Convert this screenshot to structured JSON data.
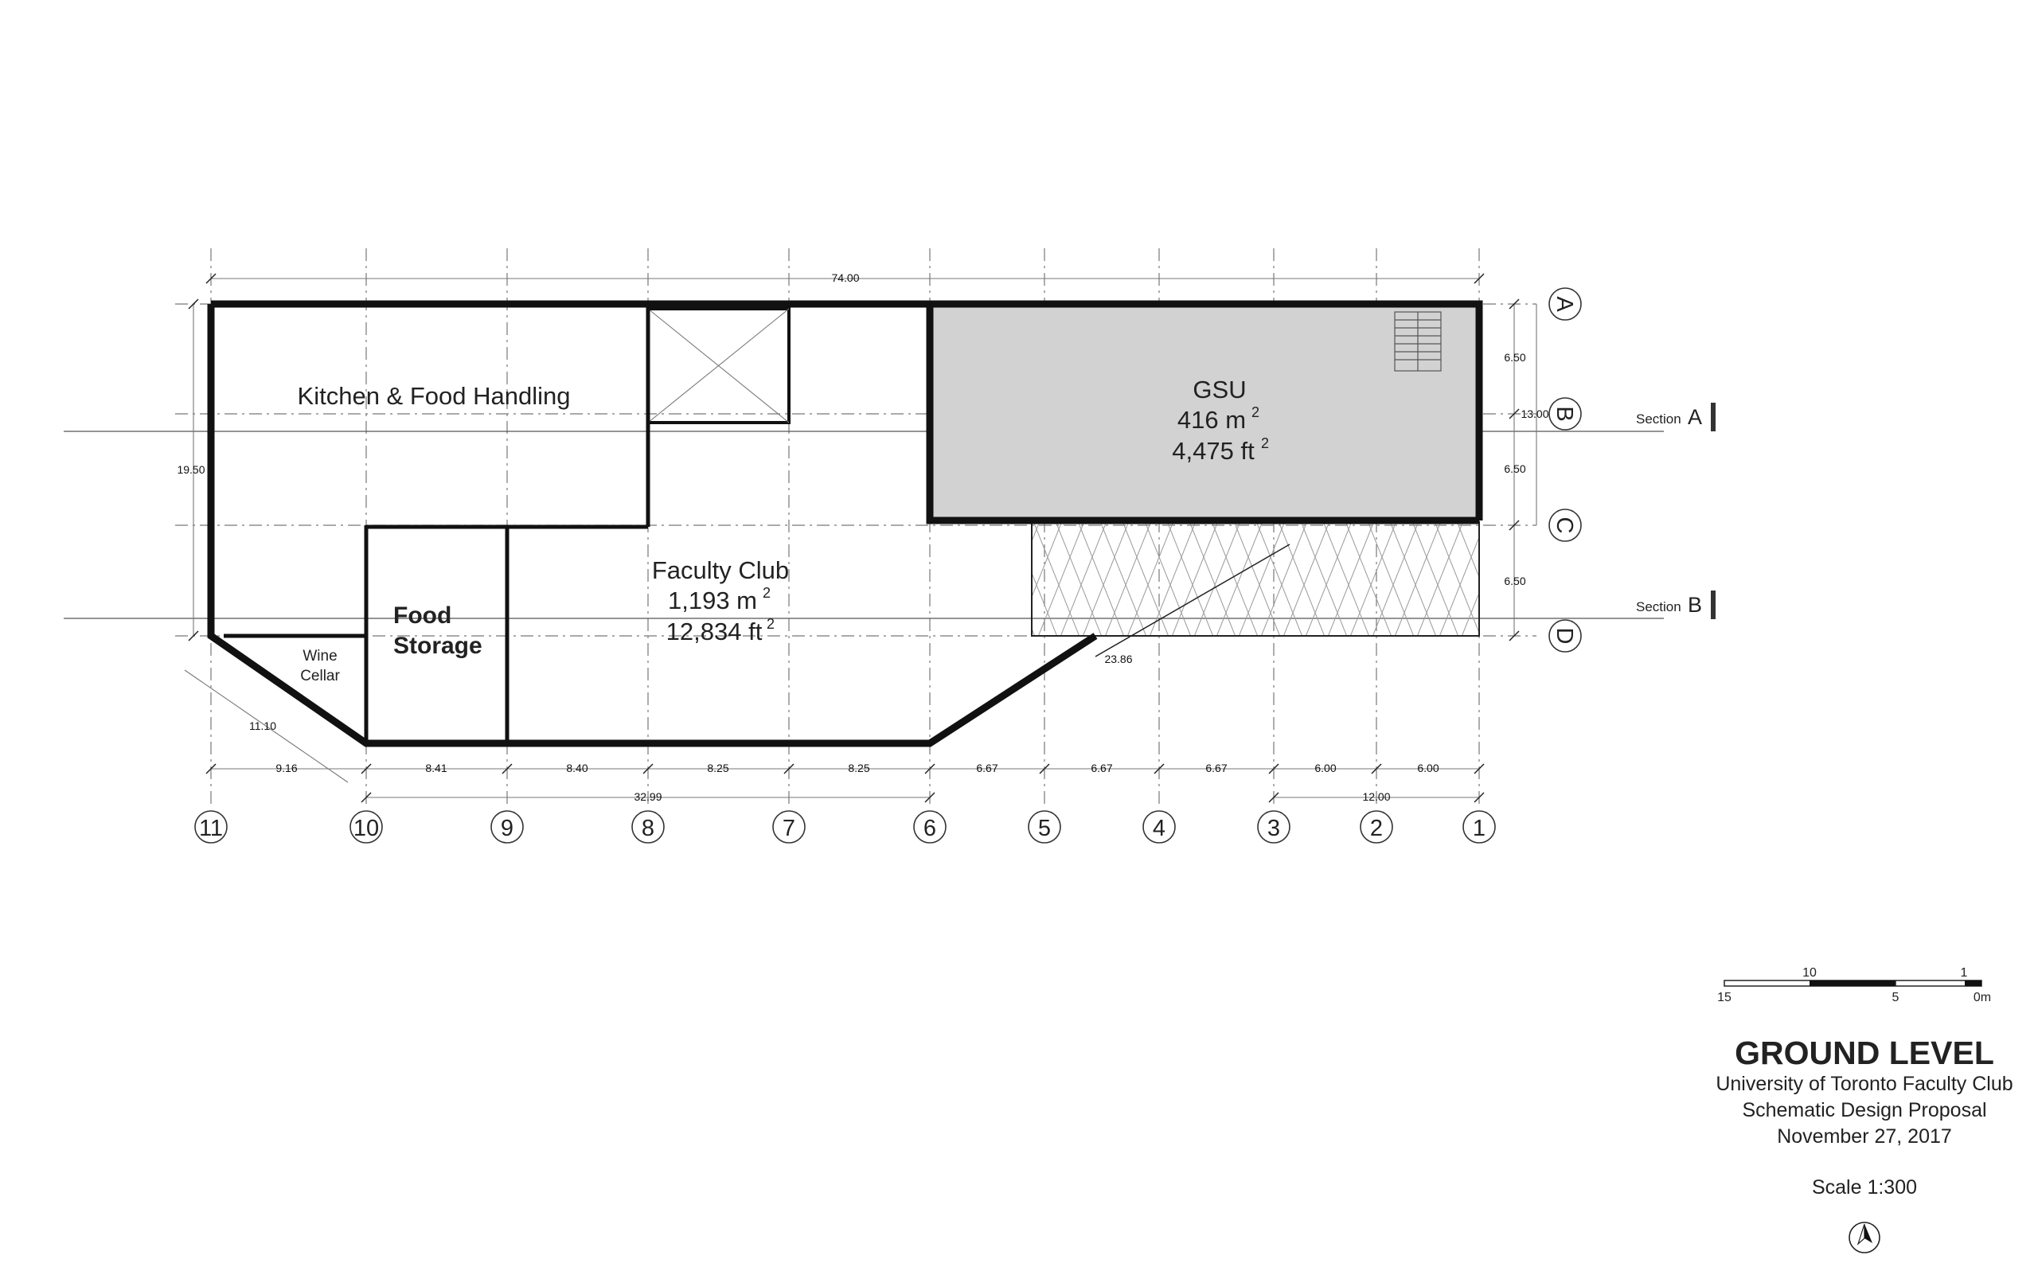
{
  "title_block": {
    "title": "GROUND LEVEL",
    "line1": "University of Toronto Faculty Club",
    "line2": "Schematic Design Proposal",
    "line3": "November 27, 2017",
    "scale": "Scale 1:300"
  },
  "rooms": {
    "kitchen": "Kitchen & Food Handling",
    "gsu_name": "GSU",
    "gsu_area_m": "416 m",
    "gsu_area_ft": "4,475 ft",
    "faculty_name": "Faculty Club",
    "faculty_area_m": "1,193 m",
    "faculty_area_ft": "12,834 ft",
    "sup": "2",
    "food1": "Food",
    "food2": "Storage",
    "wine1": "Wine",
    "wine2": "Cellar"
  },
  "grid_columns": [
    "11",
    "10",
    "9",
    "8",
    "7",
    "6",
    "5",
    "4",
    "3",
    "2",
    "1"
  ],
  "grid_rows": [
    "A",
    "B",
    "C",
    "D"
  ],
  "sections": {
    "a_label": "Section",
    "a_letter": "A",
    "b_label": "Section",
    "b_letter": "B"
  },
  "dimensions": {
    "overall": "74.00",
    "height": "19.50",
    "rows_total": "13.00",
    "row_ab": "6.50",
    "row_bc": "6.50",
    "row_cd": "6.50",
    "diag_left": "11.10",
    "diag_right": "23.86",
    "bottom": [
      "9.16",
      "8.41",
      "8.40",
      "8.25",
      "8.25",
      "6.67",
      "6.67",
      "6.67",
      "6.00",
      "6.00"
    ],
    "sub_left": "32.99",
    "sub_right": "12.00"
  },
  "scale_bar": {
    "top_labels": [
      "10",
      "1"
    ],
    "bottom_labels": [
      "15",
      "5",
      "0m"
    ]
  }
}
